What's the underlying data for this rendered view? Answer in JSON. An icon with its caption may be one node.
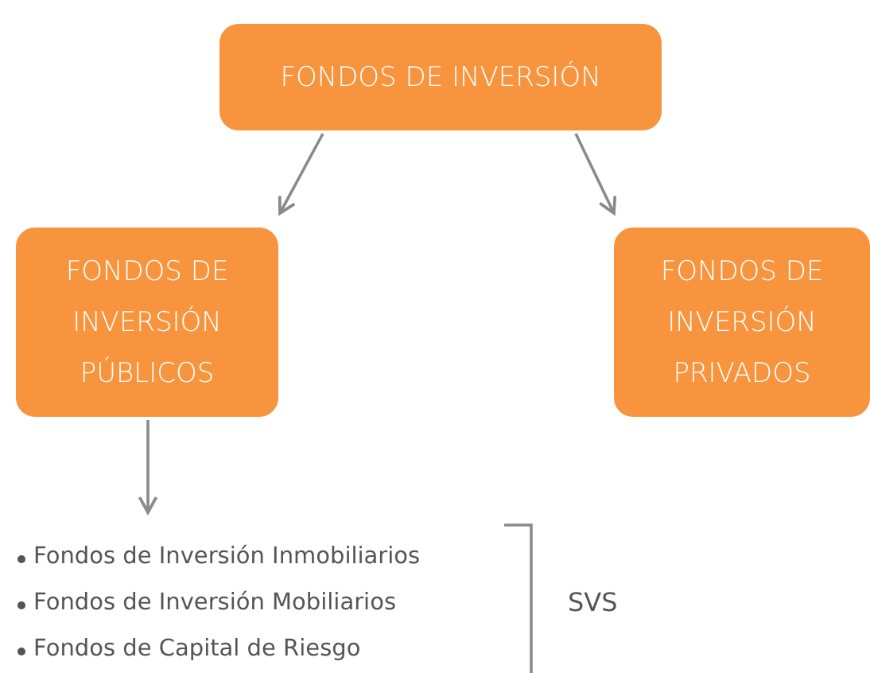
{
  "diagram": {
    "nodes": [
      {
        "text": [
          "FONDOS DE INVERSIÓN"
        ]
      },
      {
        "text": [
          "FONDOS DE INVERSIÓN PÚBLICOS"
        ]
      },
      {
        "text": [
          "FONDOS DE INVERSIÓN PRIVADOS"
        ]
      },
      {
        "text": [
          "Fondos de Inversión Inmobiliarios",
          "Fondos de Inversión Mobiliarios",
          "Fondos de Capital de Riesgo"
        ]
      }
    ],
    "edges": [
      {
        "from": 0,
        "to": 1,
        "arrow": "to"
      },
      {
        "from": 0,
        "to": 2,
        "arrow": "to"
      },
      {
        "from": 1,
        "to": 3,
        "arrow": "to"
      }
    ],
    "labels": [
      "SVS"
    ]
  }
}
